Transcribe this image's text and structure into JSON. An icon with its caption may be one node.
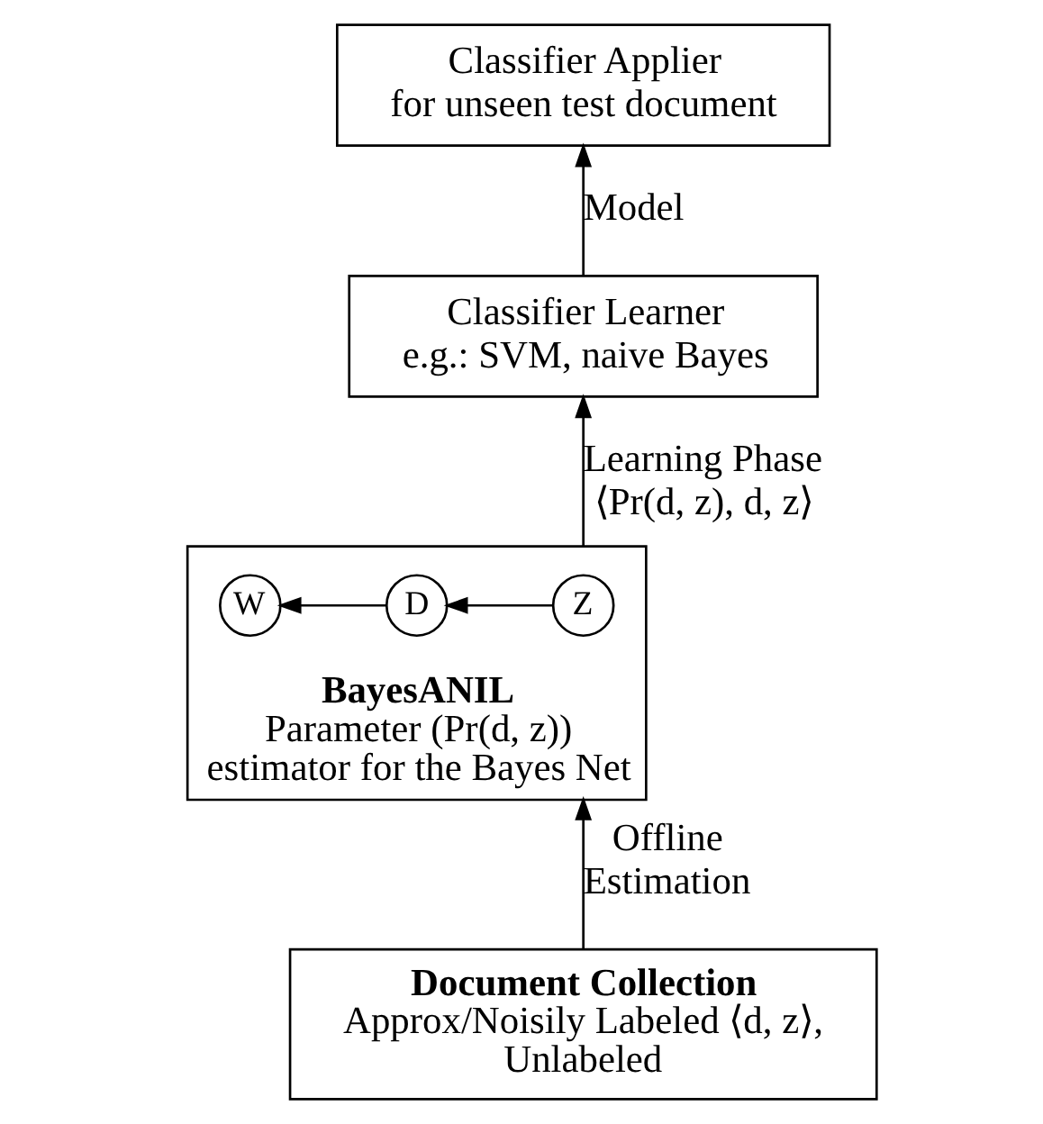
{
  "diagram": {
    "nodes": [
      {
        "text": [
          "Classifier Applier",
          "for unseen test document"
        ]
      },
      {
        "text": [
          "Classifier Learner",
          "e.g.: SVM, naive Bayes"
        ]
      },
      {
        "text": [
          "BayesANIL",
          "Parameter (Pr(d, z)) estimator for the Bayes Net"
        ]
      },
      {
        "text": [
          "Z"
        ],
        "in": 2
      },
      {
        "text": [
          "D"
        ],
        "in": 2
      },
      {
        "text": [
          "W"
        ],
        "in": 2
      },
      {
        "text": [
          "Document Collection",
          "Approx/Noisily Labeled ⟨d, z⟩, Unlabeled"
        ]
      }
    ],
    "edges": [
      {
        "from": 6,
        "to": 2,
        "arrow": "to",
        "label": "Offline Estimation"
      },
      {
        "from": 2,
        "to": 1,
        "arrow": "to",
        "label": "Learning Phase ⟨Pr(d, z), d, z⟩"
      },
      {
        "from": 1,
        "to": 0,
        "arrow": "to",
        "label": "Model"
      },
      {
        "from": 3,
        "to": 4,
        "arrow": "to"
      },
      {
        "from": 4,
        "to": 5,
        "arrow": "to"
      }
    ]
  }
}
